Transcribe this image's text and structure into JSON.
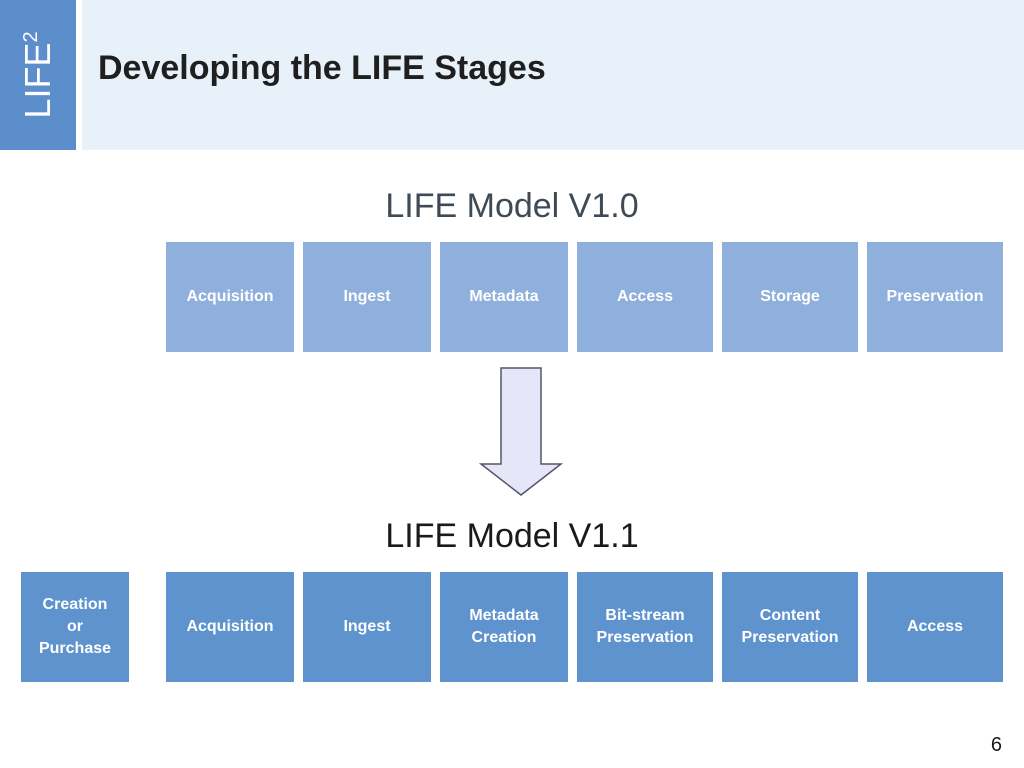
{
  "header": {
    "logo_text": "LIFE",
    "logo_superscript": "2",
    "title": "Developing the LIFE Stages"
  },
  "model_v10": {
    "label": "LIFE Model V1.0",
    "stages": [
      "Acquisition",
      "Ingest",
      "Metadata",
      "Access",
      "Storage",
      "Preservation"
    ]
  },
  "model_v11": {
    "label": "LIFE Model V1.1",
    "stages": [
      "Creation\nor\nPurchase",
      "Acquisition",
      "Ingest",
      "Metadata\nCreation",
      "Bit-stream\nPreservation",
      "Content\nPreservation",
      "Access"
    ]
  },
  "colors": {
    "header_band": "#e8f0fa",
    "logo_box": "#5b8ecb",
    "v10_box": "#8fb0dc",
    "v11_box": "#5f93cd",
    "arrow_fill": "#e6e6f8",
    "arrow_stroke": "#55556a"
  },
  "page_number": "6"
}
